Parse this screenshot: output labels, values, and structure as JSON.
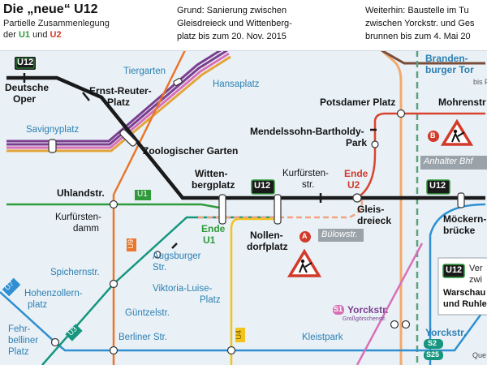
{
  "header": {
    "title": "Die „neue“ U12",
    "subtitle_line1": "Partielle Zusammenlegung",
    "subtitle_prefix": "der",
    "line_u1": "U1",
    "subtitle_and": "und",
    "line_u2": "U2"
  },
  "notes": {
    "a": {
      "marker": "A",
      "line1": "Grund: Sanierung zwischen",
      "line2": "Gleisdreieck und Wittenberg-",
      "line3": "platz bis zum 20. Nov. 2015"
    },
    "b": {
      "marker": "B",
      "line1": "Weiterhin: Baustelle im Tu",
      "line2": "zwischen Yorckstr. und Ges",
      "line3": "brunnen bis zum 4. Mai 20"
    }
  },
  "stations": {
    "deutsche_oper_1": "Deutsche",
    "deutsche_oper_2": "Oper",
    "ernst_reuter_1": "Ernst-Reuter-",
    "ernst_reuter_2": "Platz",
    "tiergarten": "Tiergarten",
    "hansaplatz": "Hansaplatz",
    "brandenburger_tor_1": "Branden-",
    "brandenburger_tor_2": "burger Tor",
    "bis_p": "bis P",
    "savignyplatz": "Savignyplatz",
    "potsdamer_platz": "Potsdamer Platz",
    "mohrenstr": "Mohrenstr",
    "mendelssohn_1": "Mendelssohn-Bartholdy-",
    "mendelssohn_2": "Park",
    "zoologischer_garten": "Zoologischer Garten",
    "anhalter_bhf": "Anhalter Bhf",
    "wittenbergplatz_1": "Witten-",
    "wittenbergplatz_2": "bergplatz",
    "kurfuerstenstr_1": "Kurfürsten-",
    "kurfuerstenstr_2": "str.",
    "uhlandstr": "Uhlandstr.",
    "kurfuerstendamm_1": "Kurfürsten-",
    "kurfuerstendamm_2": "damm",
    "gleisdreieck_1": "Gleis-",
    "gleisdreieck_2": "dreieck",
    "moeckernbruecke_1": "Möckern-",
    "moeckernbruecke_2": "brücke",
    "nollendorfplatz_1": "Nollen-",
    "nollendorfplatz_2": "dorfplatz",
    "buelowstr": "Bülowstr.",
    "augsburger_1": "Augsburger",
    "augsburger_2": "Str.",
    "spichernstr": "Spichernstr.",
    "hohenzollern_1": "Hohenzollern-",
    "hohenzollern_2": "platz",
    "viktoria_1": "Viktoria-Luise-",
    "viktoria_2": "Platz",
    "guentzelstr": "Güntzelstr.",
    "fehrbelliner_1": "Fehr-",
    "fehrbelliner_2": "belliner",
    "fehrbelliner_3": "Platz",
    "berliner_str": "Berliner Str.",
    "kleistpark": "Kleistpark",
    "yorckstr_s": "Yorckstr.",
    "grossgoerschenstr": "Großgörschenstr.",
    "yorckstr": "Yorckstr."
  },
  "labels": {
    "ende_u2_1": "Ende",
    "ende_u2_2": "U2",
    "ende_u1_1": "Ende",
    "ende_u1_2": "U1",
    "marker_a": "A",
    "marker_b": "B"
  },
  "badges": {
    "u12": "U12",
    "u1": "U1",
    "u3": "U3",
    "u7": "U7",
    "u9": "U9",
    "u4": "U4",
    "s1": "S1",
    "s2": "S2",
    "s25": "S25"
  },
  "legend": {
    "line1": "Ver",
    "line2": "zwi",
    "line3": "Warschau",
    "line4": "und Ruhle"
  },
  "footer": {
    "credit": "Que"
  },
  "colors": {
    "u12": "#1a1a1a",
    "u1": "#2f9a3a",
    "u2": "#d9442f",
    "u3": "#16967e",
    "u4": "#f2c31b",
    "u7": "#2f8fd0",
    "u9": "#e9762b",
    "s1": "#d870b8",
    "sbahn": "#6b3f8c"
  },
  "icons": [
    "construction-sign-icon",
    "warning-marker-icon"
  ]
}
